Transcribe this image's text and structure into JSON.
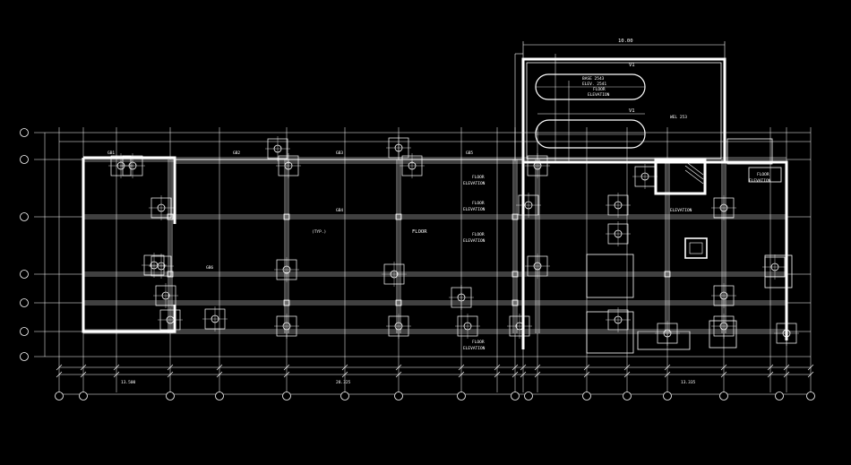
{
  "drawing": {
    "background": "#000000",
    "line_color": "#ffffff",
    "tank_room_width_dim": "10.00",
    "tank_label_top": "V1",
    "tank_label_bottom": "V1",
    "tank_note_lines": [
      "BASE 2543",
      "ELEV. 2541",
      "FLOOR",
      "ELEVATION"
    ],
    "tank_note_right": "WEL 253",
    "elevation_labels": {
      "floor_center": "FLOOR",
      "floor_elev_1": "FLOOR",
      "floor_elev_1b": "ELEVATION",
      "floor_elev_2": "FLOOR",
      "floor_elev_2b": "ELEVATION",
      "floor_elev_3": "FLOOR",
      "floor_elev_3b": "ELEVATION",
      "floor_elev_4": "FLOOR",
      "floor_elev_4b": "ELEVATION",
      "elevation_right": "ELEVATION",
      "floor_elev_right": "FLOOR",
      "floor_elev_right_b": "ELEVATION"
    },
    "typ_label": "(TYP.)",
    "beam_tags": [
      "GB1",
      "GB2",
      "GB3",
      "GB4",
      "GB5",
      "GB6"
    ],
    "overall_dims": [
      "13.500",
      "28.325",
      "13.335"
    ]
  }
}
